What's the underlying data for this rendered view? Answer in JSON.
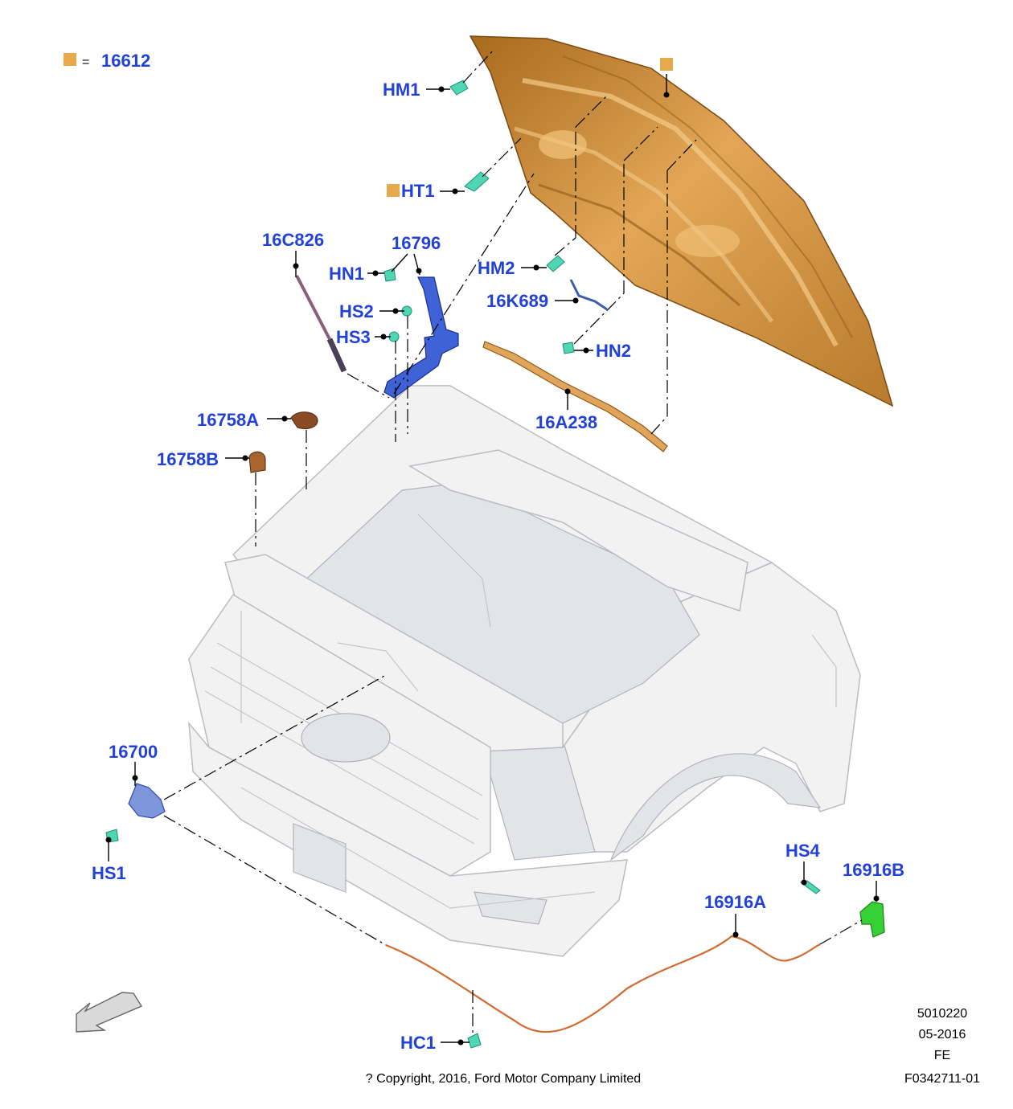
{
  "legend": {
    "swatch_color": "#e8a84c",
    "equals": "=",
    "code": "16612"
  },
  "label_color": "#2241d8",
  "part_color_hood": "#c9892f",
  "labels": {
    "hm1": "HM1",
    "ht1": "HT1",
    "c16c826": "16C826",
    "c16796": "16796",
    "hn1": "HN1",
    "hs2": "HS2",
    "hs3": "HS3",
    "hm2": "HM2",
    "c16k689": "16K689",
    "hn2": "HN2",
    "c16a238": "16A238",
    "c16758a": "16758A",
    "c16758b": "16758B",
    "c16700": "16700",
    "hs1": "HS1",
    "hs4": "HS4",
    "c16916b": "16916B",
    "c16916a": "16916A",
    "hc1": "HC1"
  },
  "info_block": {
    "line1": "5010220",
    "line2": "05-2016",
    "line3": "FE",
    "line4": "F0342711-01"
  },
  "copyright": "? Copyright, 2016, Ford Motor Company Limited",
  "icons": {
    "direction": "front-direction-arrow-icon"
  }
}
